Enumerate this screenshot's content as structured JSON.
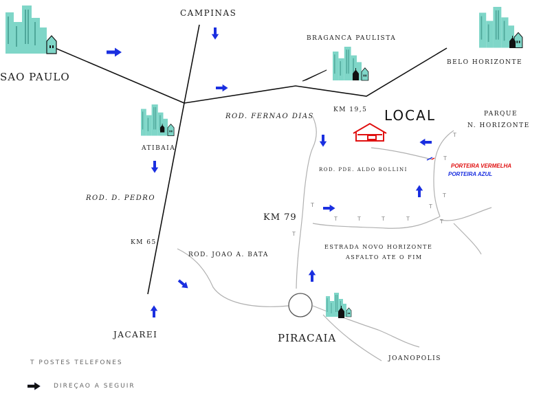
{
  "cities": {
    "sao_paulo": "SAO PAULO",
    "campinas": "CAMPINAS",
    "braganca": "BRAGANCA PAULISTA",
    "belo_horizonte": "BELO HORIZONTE",
    "atibaia": "ATIBAIA",
    "jacarei": "JACAREI",
    "piracaia": "PIRACAIA",
    "joanopolis": "JOANOPOLIS",
    "parque_line1": "PARQUE",
    "parque_line2": "N. HORIZONTE"
  },
  "roads": {
    "fernao_dias": "ROD. FERNAO DIAS",
    "d_pedro": "ROD. D. PEDRO",
    "joao_bata": "ROD. JOAO A. BATA",
    "aldo_bollini": "ROD. PDE. ALDO BOLLINI",
    "estrada_line1": "ESTRADA NOVO HORIZONTE",
    "estrada_line2": "ASFALTO ATE O FIM"
  },
  "markers": {
    "km_19_5": "KM 19,5",
    "km_79": "KM 79",
    "km_65": "KM 65",
    "local": "LOCAL",
    "porteira_vermelha": "PORTEIRA VERMELHA",
    "porteira_azul": "PORTEIRA AZUL",
    "pole_symbol": "T"
  },
  "legend": {
    "postes": "T  POSTES TELEFONES",
    "direcao": "DIREÇAO A SEGUIR"
  },
  "colors": {
    "city_icon": "#7fd6c8",
    "arrow": "#1a2fe0",
    "house": "#e01010",
    "porteira_vermelha": "#e01010",
    "porteira_azul": "#1a2fe0",
    "main_road": "#111111",
    "secondary_road": "#b0b0b0"
  },
  "icons": [
    "city-skyline-icon",
    "church-icon",
    "house-icon",
    "direction-arrow-icon",
    "roundabout-icon",
    "telephone-pole-icon",
    "bridge-icon"
  ]
}
